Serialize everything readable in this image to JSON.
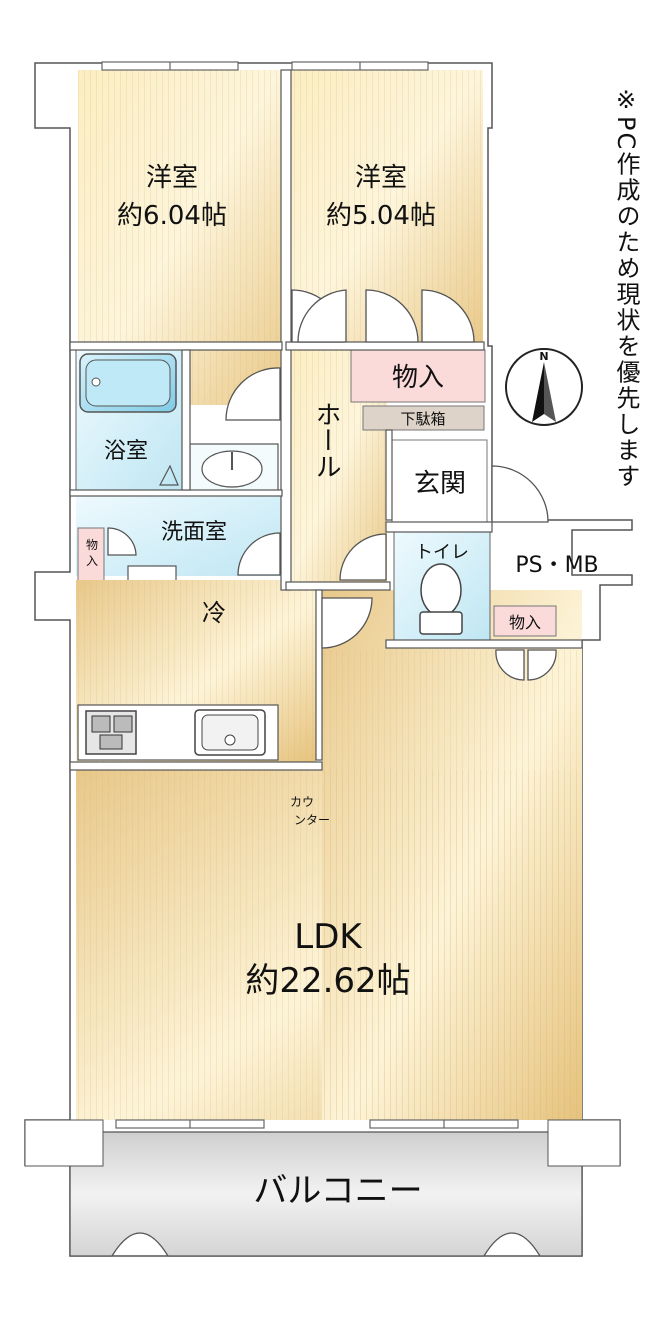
{
  "rooms": {
    "western_room_1": {
      "name": "洋室",
      "size": "約6.04帖"
    },
    "western_room_2": {
      "name": "洋室",
      "size": "約5.04帖"
    },
    "ldk": {
      "name": "LDK",
      "size": "約22.62帖"
    },
    "bathroom": "浴室",
    "washroom": "洗面室",
    "hall": "ホール",
    "entrance": "玄関",
    "toilet": "トイレ",
    "balcony": "バルコニー"
  },
  "storage": {
    "closet_top": "物入",
    "shoe_box": "下駄箱",
    "closet_right": "物入",
    "closet_wash_line1": "物",
    "closet_wash_line2": "入"
  },
  "fixtures": {
    "fridge": "冷",
    "counter_line1": "カウ",
    "counter_line2": "ンター",
    "ps_mb": "PS・MB"
  },
  "compass": {
    "north_label": "N"
  },
  "note": "※PC作成のため現状を優先します",
  "colors": {
    "floor_light": "#fdf2cf",
    "floor_dark": "#e8c98a",
    "wet_area": "#d8f0f8",
    "balcony": "#d9d9d9",
    "closet": "#fbdada",
    "shoe_box": "#ddd3c9",
    "wall": "#ffffff",
    "outline": "#333333"
  }
}
